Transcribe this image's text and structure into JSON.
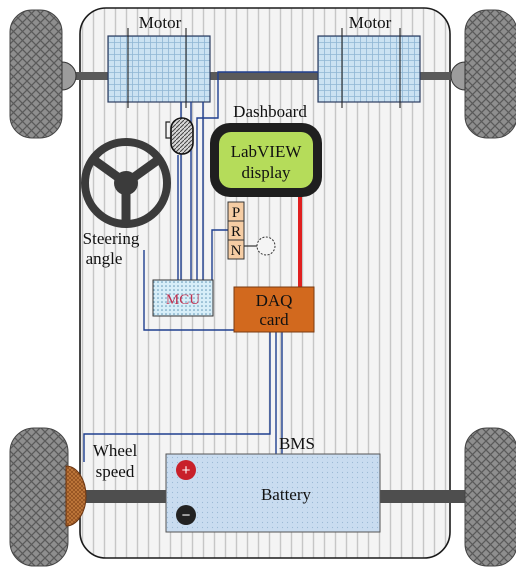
{
  "labels": {
    "motor_left": "Motor",
    "motor_right": "Motor",
    "dashboard": "Dashboard",
    "labview_line1": "LabVIEW",
    "labview_line2": "display",
    "steering_line1": "Steering",
    "steering_line2": "angle",
    "gear_p": "P",
    "gear_r": "R",
    "gear_n": "N",
    "mcu": "MCU",
    "daq_line1": "DAQ",
    "daq_line2": "card",
    "bms": "BMS",
    "wheel_line1": "Wheel",
    "wheel_line2": "speed",
    "battery": "Battery",
    "battery_plus": "+",
    "battery_minus": "−"
  },
  "colors": {
    "chassis_fill": "#f3f3f3",
    "chassis_stripe": "#c4c4c4",
    "tire": "#8c8c8c",
    "motor_fill": "#c6dff0",
    "display_fill": "#b5dc5a",
    "display_frame": "#1f1f1f",
    "gear_box": "#f6cda4",
    "mcu_fill": "#cfe9f5",
    "mcu_text": "#c0304f",
    "daq_fill": "#d2691e",
    "battery_fill": "#c9dcf0",
    "plus_terminal": "#c8202a",
    "minus_terminal": "#222222",
    "wire_blue": "#1f3f8f",
    "wire_red": "#e02020",
    "speed_sensor": "#b5662e"
  }
}
